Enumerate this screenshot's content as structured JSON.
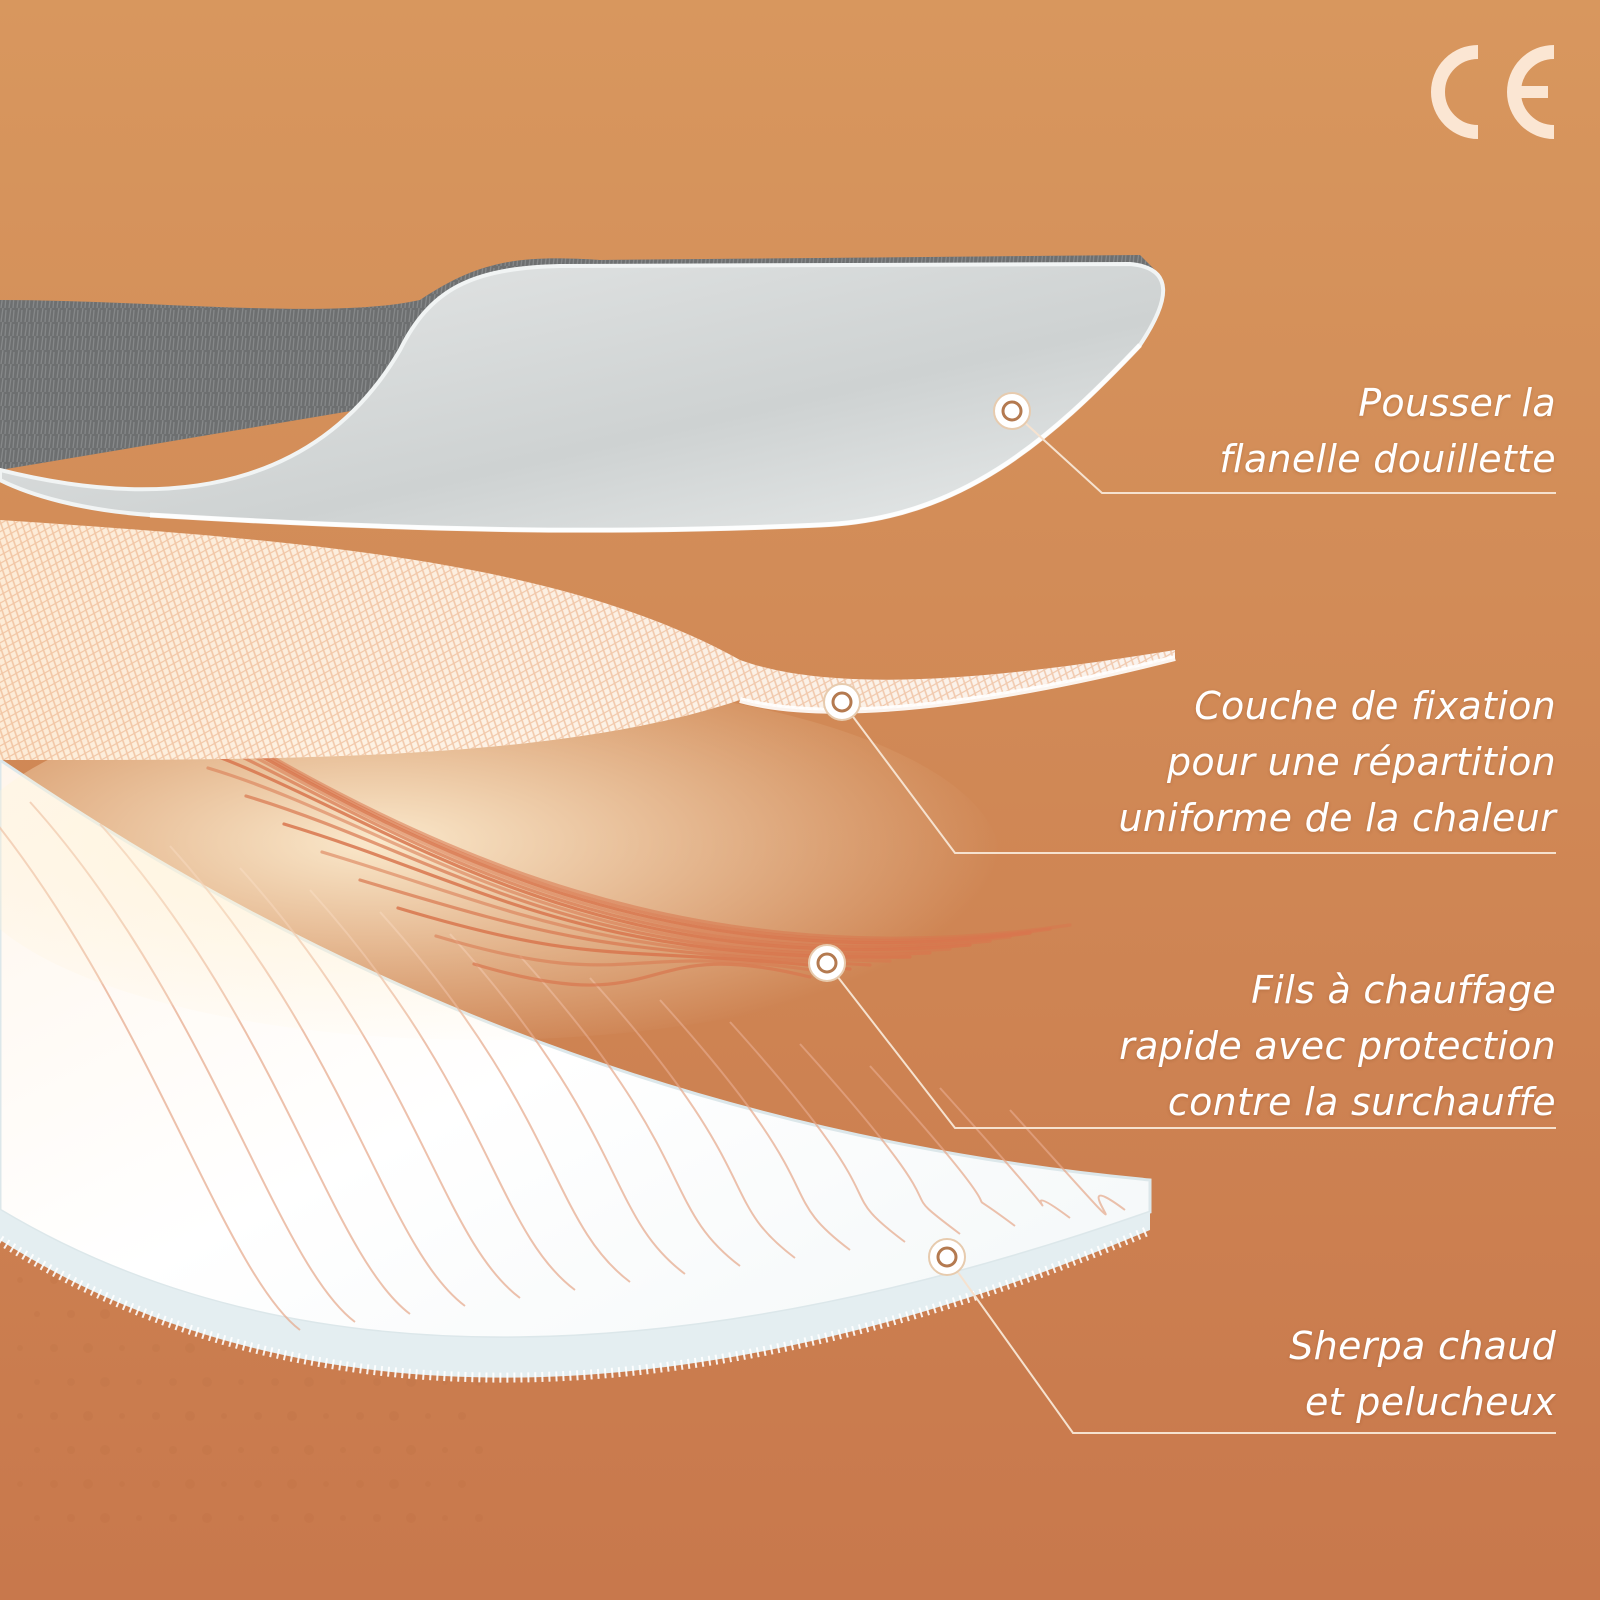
{
  "colors": {
    "bg_top": "#D8975E",
    "bg_bottom": "#C8784C",
    "flannel_top": "#C9CDCE",
    "flannel_fur": "#6D6F70",
    "mesh": "#FFFFFF",
    "wire": "#D8764E",
    "sherpa": "#FFFFFF",
    "ce_mark": "#FBE6D3",
    "callout_line": "#F6E2CF"
  },
  "badge": {
    "icon": "ce-mark-icon"
  },
  "layers": [
    {
      "id": "flannel",
      "lines": [
        "Pousser la",
        "flanelle douillette"
      ]
    },
    {
      "id": "mesh",
      "lines": [
        "Couche de fixation",
        "pour une répartition",
        "uniforme de la chaleur"
      ]
    },
    {
      "id": "wires",
      "lines": [
        "Fils à chauffage",
        "rapide avec protection",
        "contre la surchauffe"
      ]
    },
    {
      "id": "sherpa",
      "lines": [
        "Sherpa chaud",
        "et pelucheux"
      ]
    }
  ]
}
